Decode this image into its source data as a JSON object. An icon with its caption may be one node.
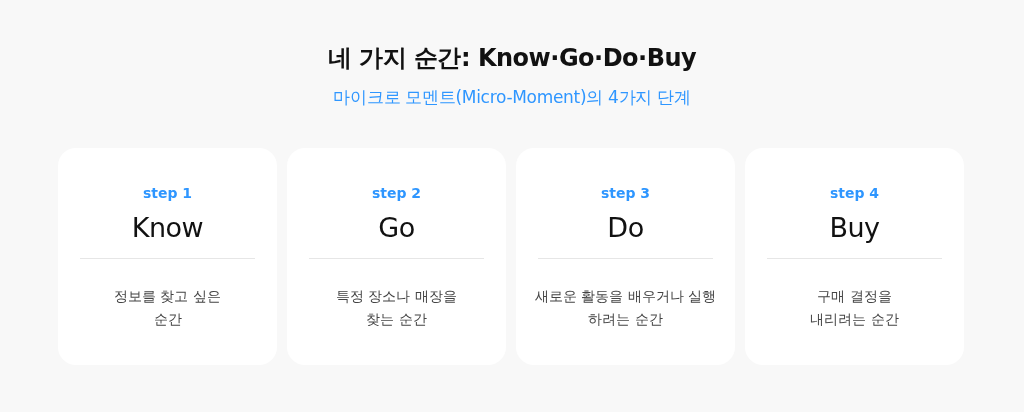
{
  "diagram": {
    "title": "네 가지 순간: Know·Go·Do·Buy",
    "nodes": [
      {
        "text": [
          "step 1",
          "Know",
          "정보를 찾고 싶은 순간"
        ]
      },
      {
        "text": [
          "step 2",
          "Go",
          "특정 장소나 매장을 찾는 순간"
        ]
      },
      {
        "text": [
          "step 3",
          "Do",
          "새로운 활동을 배우거나 실행 하려는 순간"
        ]
      },
      {
        "text": [
          "step 4",
          "Buy",
          "구매 결정을 내리려는 순간"
        ]
      }
    ],
    "labels": [
      "마이크로 모멘트(Micro-Moment)의 4가지 단계"
    ]
  }
}
